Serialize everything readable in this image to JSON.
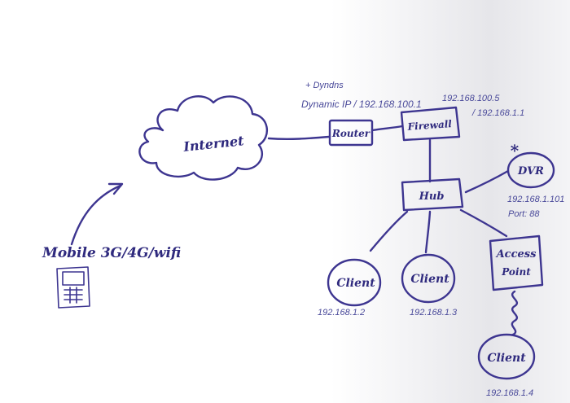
{
  "diagram": {
    "nodes": {
      "internet": {
        "label": "Internet"
      },
      "router": {
        "label": "Router"
      },
      "firewall": {
        "label": "Firewall"
      },
      "hub": {
        "label": "Hub"
      },
      "dvr": {
        "label": "DVR"
      },
      "access_point": {
        "label_line1": "Access",
        "label_line2": "Point"
      },
      "client_1": {
        "label": "Client"
      },
      "client_2": {
        "label": "Client"
      },
      "client_3": {
        "label": "Client"
      }
    },
    "annotations": {
      "dyndns": "+ Dyndns",
      "router_ip": "Dynamic IP / 192.168.100.1",
      "firewall_ip_wan": "192.168.100.5",
      "firewall_ip_lan": "/ 192.168.1.1",
      "dvr_ip": "192.168.1.101",
      "dvr_port": "Port: 88",
      "dvr_star": "*",
      "client_1_ip": "192.168.1.2",
      "client_2_ip": "192.168.1.3",
      "client_3_ip": "192.168.1.4",
      "mobile": "Mobile 3G/4G/wifi"
    }
  }
}
